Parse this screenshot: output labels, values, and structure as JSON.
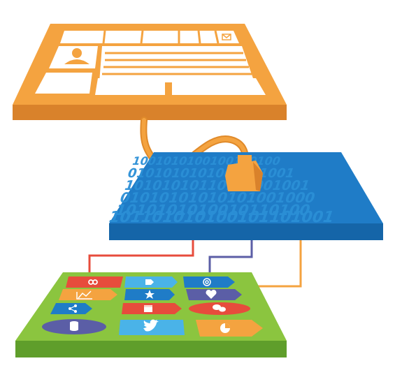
{
  "colors": {
    "orange": "#f4a340",
    "orange_dark": "#d9822b",
    "blue": "#1f7cc7",
    "blue_dark": "#1565a8",
    "blue_text": "#45a3ea",
    "green": "#8bc53f",
    "green_dark": "#5f9e2b",
    "red": "#e74c3c",
    "purple": "#5b5ea6",
    "light_blue": "#4ab3e8",
    "gray_blue": "#4d6ea8"
  },
  "binary_layer": {
    "rows": [
      "1001010100100100100",
      "0101010101001001001",
      "10101010110101001001",
      "01010101010101001000",
      "1010101010010110100",
      "101101010100101101001"
    ]
  },
  "icons": [
    "user-icon",
    "envelope-icon",
    "link-icon",
    "tag-icon",
    "target-icon",
    "chart-icon",
    "star-icon",
    "heart-icon",
    "share-icon",
    "calendar-icon",
    "chat-icon",
    "database-icon",
    "twitter-bird-icon",
    "pie-chart-icon"
  ]
}
